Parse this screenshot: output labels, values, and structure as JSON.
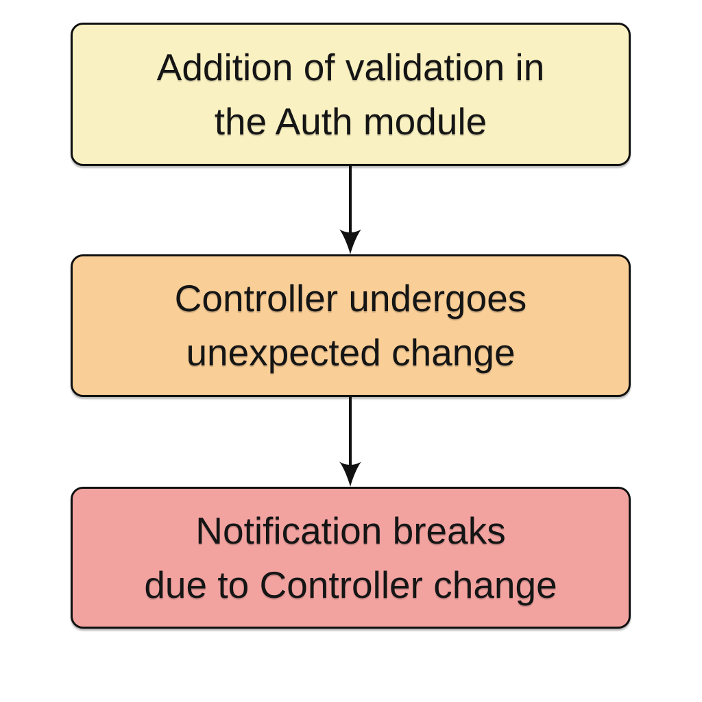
{
  "diagram": {
    "type": "flowchart",
    "direction": "top-to-bottom",
    "background_color": "#ffffff",
    "line_color": "#111111",
    "text_color": "#151515",
    "nodes": [
      {
        "id": "auth-validation",
        "lines": [
          "Addition of validation in",
          "the Auth module"
        ],
        "text": "Addition of validation in the Auth module",
        "fill": "#FAF1C2",
        "border": "#111111"
      },
      {
        "id": "controller-change",
        "lines": [
          "Controller undergoes",
          "unexpected change"
        ],
        "text": "Controller undergoes unexpected change",
        "fill": "#F9CE97",
        "border": "#111111"
      },
      {
        "id": "notification-breaks",
        "lines": [
          "Notification breaks",
          "due to Controller change"
        ],
        "text": "Notification breaks due to Controller change",
        "fill": "#F2A3A0",
        "border": "#111111"
      }
    ],
    "edges": [
      {
        "from": "auth-validation",
        "to": "controller-change",
        "style": "arrow-down"
      },
      {
        "from": "controller-change",
        "to": "notification-breaks",
        "style": "arrow-down"
      }
    ]
  }
}
